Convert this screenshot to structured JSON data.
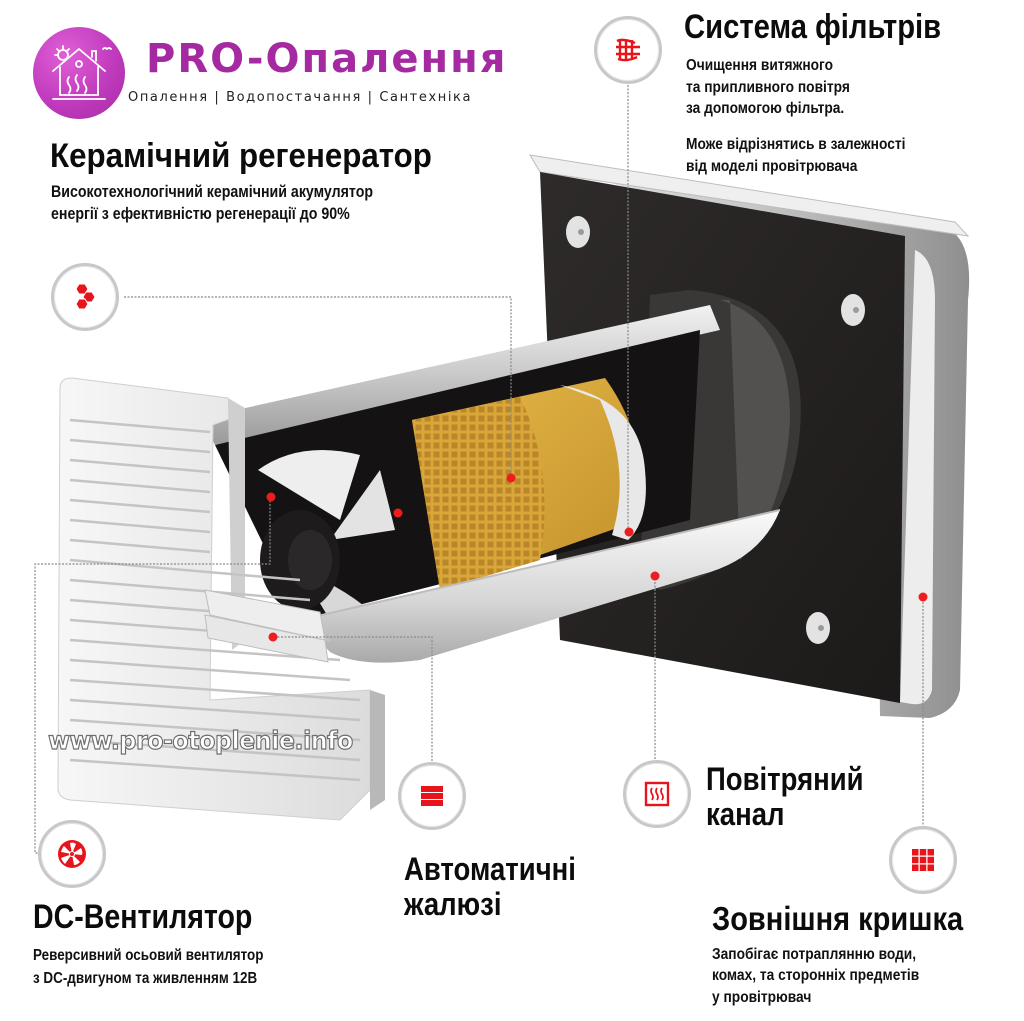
{
  "brand": {
    "title": "PRO-Опалення",
    "subtitle": "Опалення | Водопостачання | Сантехніка",
    "accent_color": "#a52aa1"
  },
  "watermark": "www.pro-otoplenie.info",
  "accent_red": "#e8141b",
  "callouts": {
    "filter": {
      "icon": "filter-icon",
      "title": "Система фільтрів",
      "lines": [
        "Очищення витяжного",
        "та припливного повітря",
        "за допомогою фільтра."
      ],
      "note_lines": [
        "Може відрізнятись в залежності",
        "від моделі провітрювача"
      ]
    },
    "ceramic": {
      "icon": "honeycomb-icon",
      "title": "Керамічний регенератор",
      "lines": [
        "Високотехнологічний керамічний акумулятор",
        "енергії з ефективністю регенерації до 90%"
      ]
    },
    "fan": {
      "icon": "fan-icon",
      "title": "DC-Вентилятор",
      "lines": [
        "Реверсивний осьовий вентилятор",
        "з DC-двигуном та живленням 12В"
      ]
    },
    "blinds": {
      "icon": "blinds-icon",
      "title_lines": [
        "Автоматичні",
        "жалюзі"
      ]
    },
    "channel": {
      "icon": "air-channel-icon",
      "title_lines": [
        "Повітряний",
        "канал"
      ]
    },
    "cover": {
      "icon": "grid-cover-icon",
      "title": "Зовнішня кришка",
      "lines": [
        "Запобігає потраплянню води,",
        "комах, та сторонніх предметів",
        "у провітрювач"
      ]
    }
  }
}
